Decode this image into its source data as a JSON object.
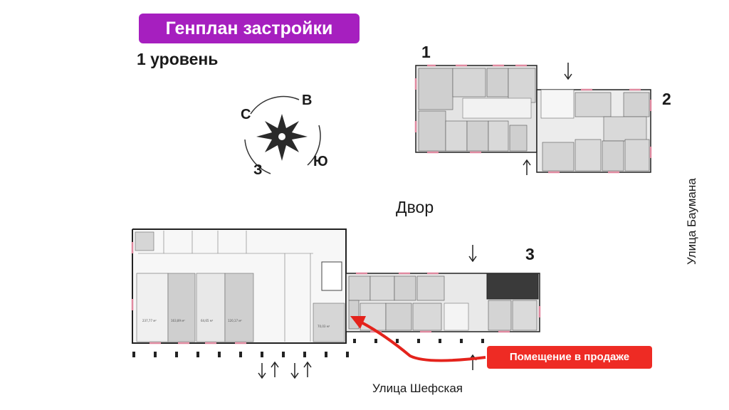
{
  "header": {
    "title": "Генплан застройки",
    "level": "1 уровень"
  },
  "compass": {
    "north": "С",
    "east": "В",
    "south": "Ю",
    "west": "З"
  },
  "buildings": {
    "b1": "1",
    "b2": "2",
    "b3": "3"
  },
  "courtyard": "Двор",
  "streets": {
    "bottom": "Улица Шефская",
    "right": "Улица Баумана"
  },
  "sale_badge": "Помещение в продаже",
  "colors": {
    "title_bg": "#a61fbf",
    "sale_bg": "#ee2b24",
    "highlight_unit": "#3a3a3a",
    "wall": "#222222",
    "room_fill": "#d9d9d9",
    "window": "#e08aa0"
  },
  "units_bottom": [
    "237,77 м²",
    "163,89 м²",
    "64,65 м²",
    "120,17 м²",
    "70,03 м²"
  ]
}
